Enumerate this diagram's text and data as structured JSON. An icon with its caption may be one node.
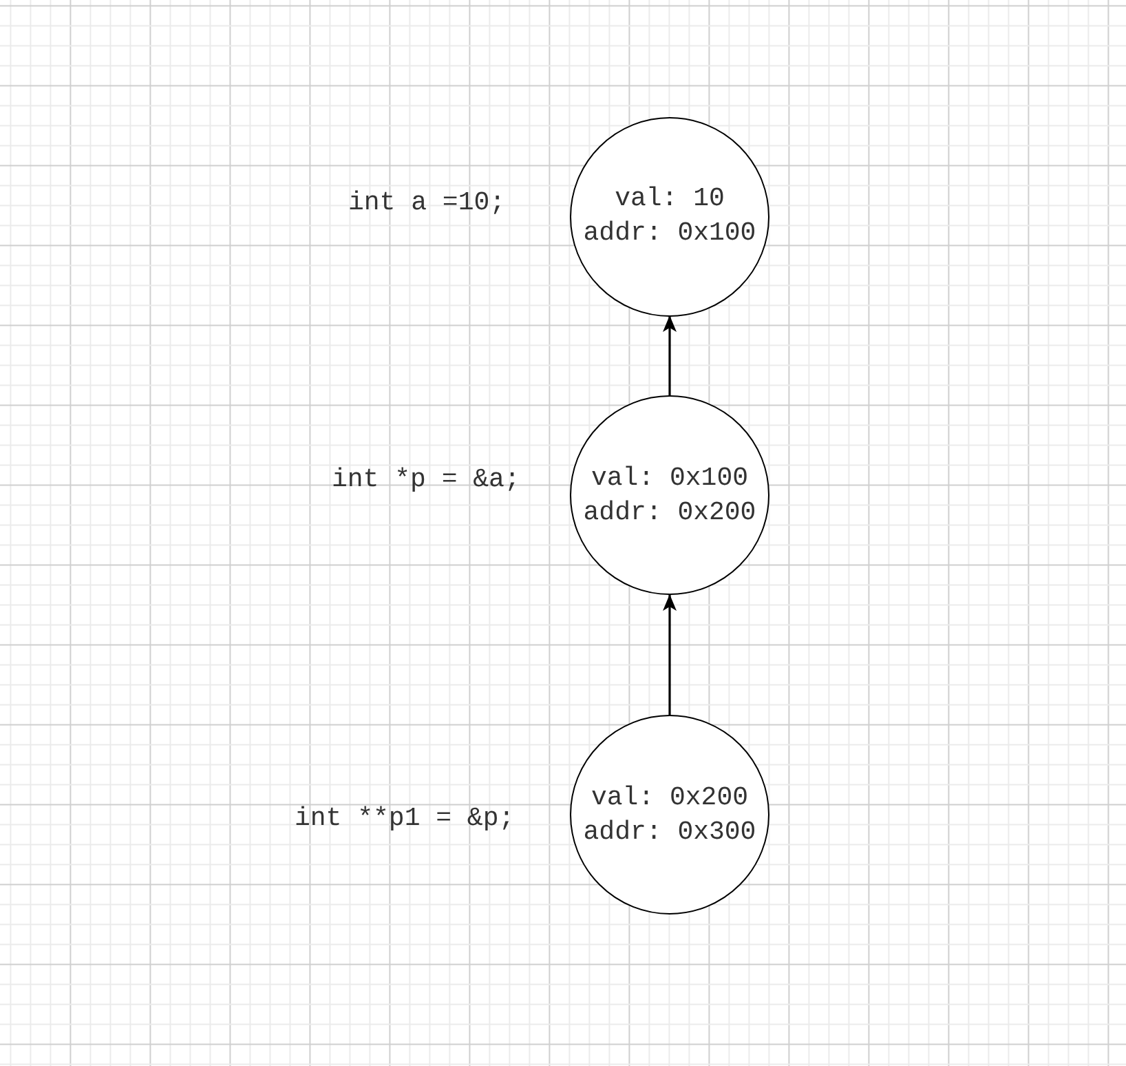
{
  "diagram": {
    "nodes": [
      {
        "text": [
          "val: 10",
          "addr: 0x100"
        ],
        "beside": [
          "int a =10;"
        ]
      },
      {
        "text": [
          "val: 0x100",
          "addr: 0x200"
        ],
        "beside": [
          "int *p = &a;"
        ]
      },
      {
        "text": [
          "val: 0x200",
          "addr: 0x300"
        ],
        "beside": [
          "int **p1 = &p;"
        ]
      }
    ],
    "edges": [
      {
        "from": 1,
        "to": 0,
        "arrow": "to"
      },
      {
        "from": 2,
        "to": 1,
        "arrow": "to"
      }
    ]
  }
}
